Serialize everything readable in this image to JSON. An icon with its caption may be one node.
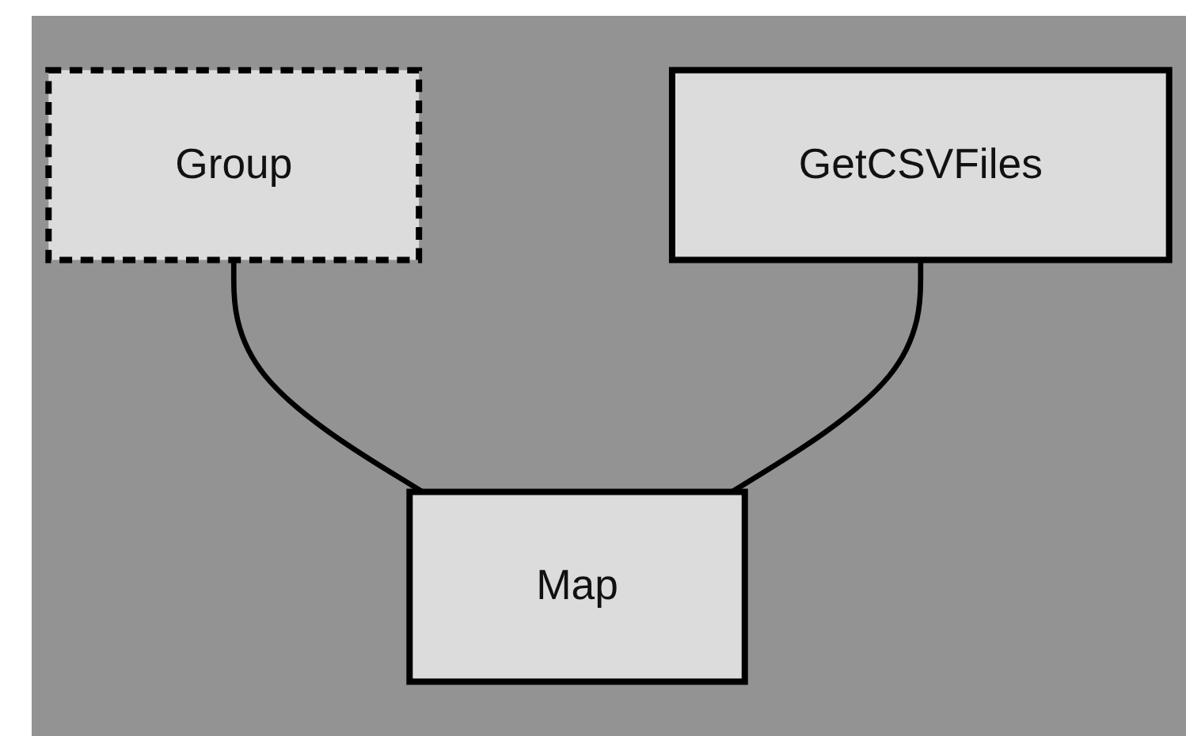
{
  "diagram": {
    "nodes": [
      {
        "text": [
          "Group"
        ]
      },
      {
        "text": [
          "GetCSVFiles"
        ]
      },
      {
        "text": [
          "Map"
        ]
      }
    ],
    "edges": [
      {
        "from": 0,
        "to": 2,
        "arrow": "none"
      },
      {
        "from": 1,
        "to": 2,
        "arrow": "none"
      }
    ]
  }
}
